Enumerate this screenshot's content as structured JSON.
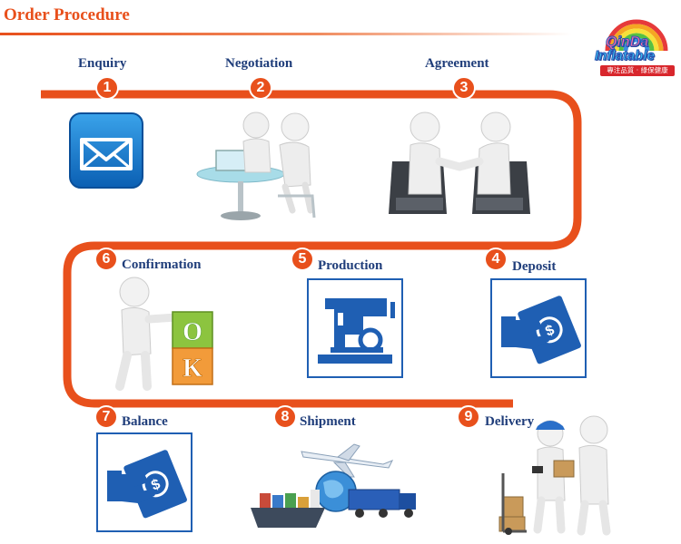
{
  "title": "Order Procedure",
  "logo": {
    "line1": "QinDa",
    "line2": "Inflatable",
    "tagline": "專注品質 · 綠保健康"
  },
  "steps": [
    {
      "num": "1",
      "label": "Enquiry",
      "icon": "envelope-icon"
    },
    {
      "num": "2",
      "label": "Negotiation",
      "icon": "negotiation-figures-icon"
    },
    {
      "num": "3",
      "label": "Agreement",
      "icon": "handshake-laptops-icon"
    },
    {
      "num": "4",
      "label": "Deposit",
      "icon": "hand-money-icon"
    },
    {
      "num": "5",
      "label": "Production",
      "icon": "sewing-machine-icon"
    },
    {
      "num": "6",
      "label": "Confirmation",
      "icon": "ok-blocks-figure-icon"
    },
    {
      "num": "7",
      "label": "Balance",
      "icon": "hand-money-icon"
    },
    {
      "num": "8",
      "label": "Shipment",
      "icon": "ship-plane-truck-icon"
    },
    {
      "num": "9",
      "label": "Delivery",
      "icon": "delivery-figures-icon"
    }
  ],
  "ok_blocks": {
    "letter1": "O",
    "letter2": "K"
  },
  "colors": {
    "accent": "#e8501c",
    "label": "#1f3d7a",
    "icon_blue": "#1f5fb3"
  }
}
